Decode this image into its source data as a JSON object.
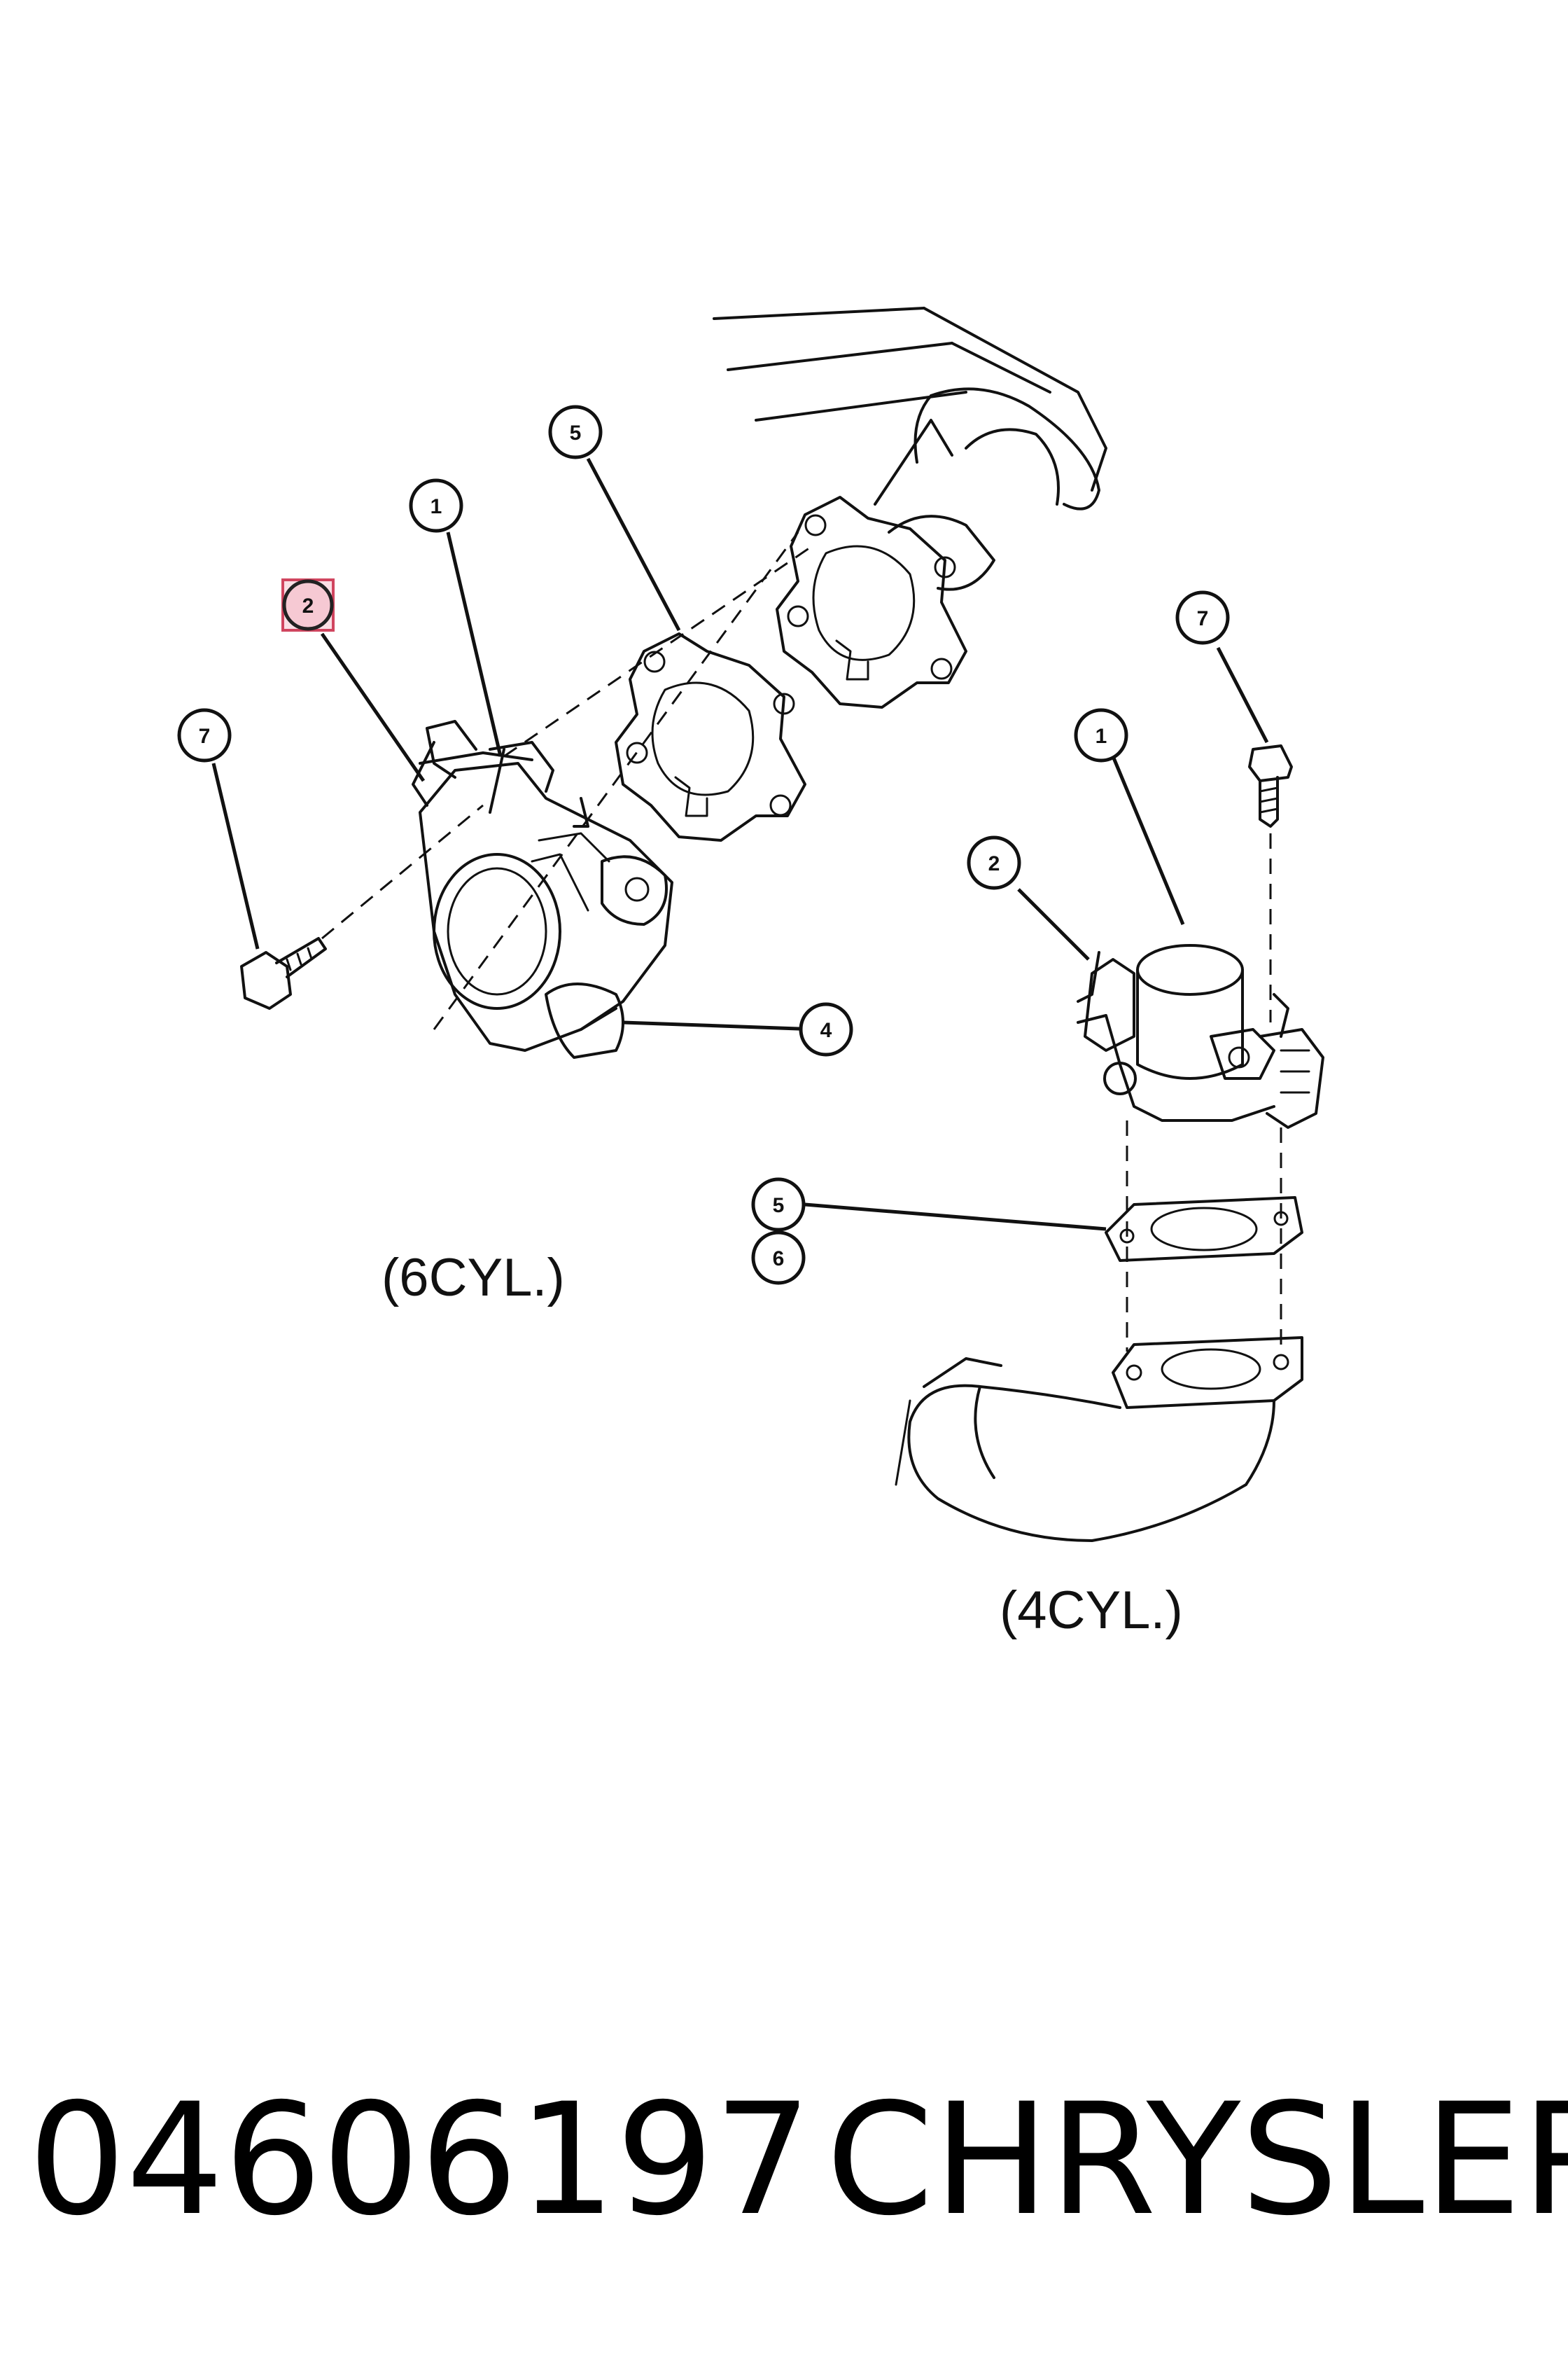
{
  "callouts": {
    "c1a": "1",
    "c2a": "2",
    "c4a": "4",
    "c5a": "5",
    "c7a": "7",
    "c1b": "1",
    "c2b": "2",
    "c5b": "5",
    "c6b": "6",
    "c7b": "7"
  },
  "labels": {
    "six_cyl": "(6CYL.)",
    "four_cyl": "(4CYL.)"
  },
  "footer": {
    "part_number": "04606197",
    "brand": "CHRYSLER"
  },
  "highlight": {
    "callout": "2",
    "color": "#d0455f"
  }
}
